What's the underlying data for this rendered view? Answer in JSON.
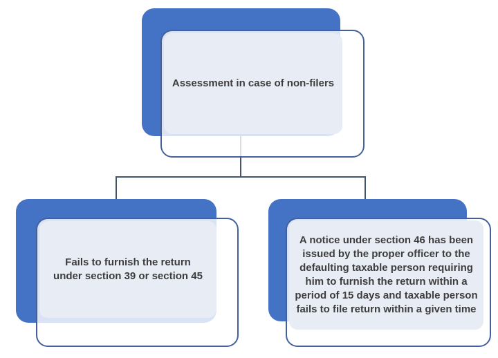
{
  "diagram": {
    "type": "hierarchy-flowchart",
    "root": {
      "label": "Assessment in case of non-filers"
    },
    "children": [
      {
        "label": "Fails to furnish the return under section 39 or section 45"
      },
      {
        "label": "A notice under section 46 has been issued by the proper officer to the defaulting taxable person requiring him to furnish the return within a period of 15 days and taxable person fails to file return within a given time"
      }
    ]
  },
  "colors": {
    "background": "#ffffff",
    "back_fill": "#4472c4",
    "front_border": "#44609c",
    "inner_fill": "#e8ecf4",
    "connector": "#44546a",
    "text": "#3d3d3d"
  }
}
